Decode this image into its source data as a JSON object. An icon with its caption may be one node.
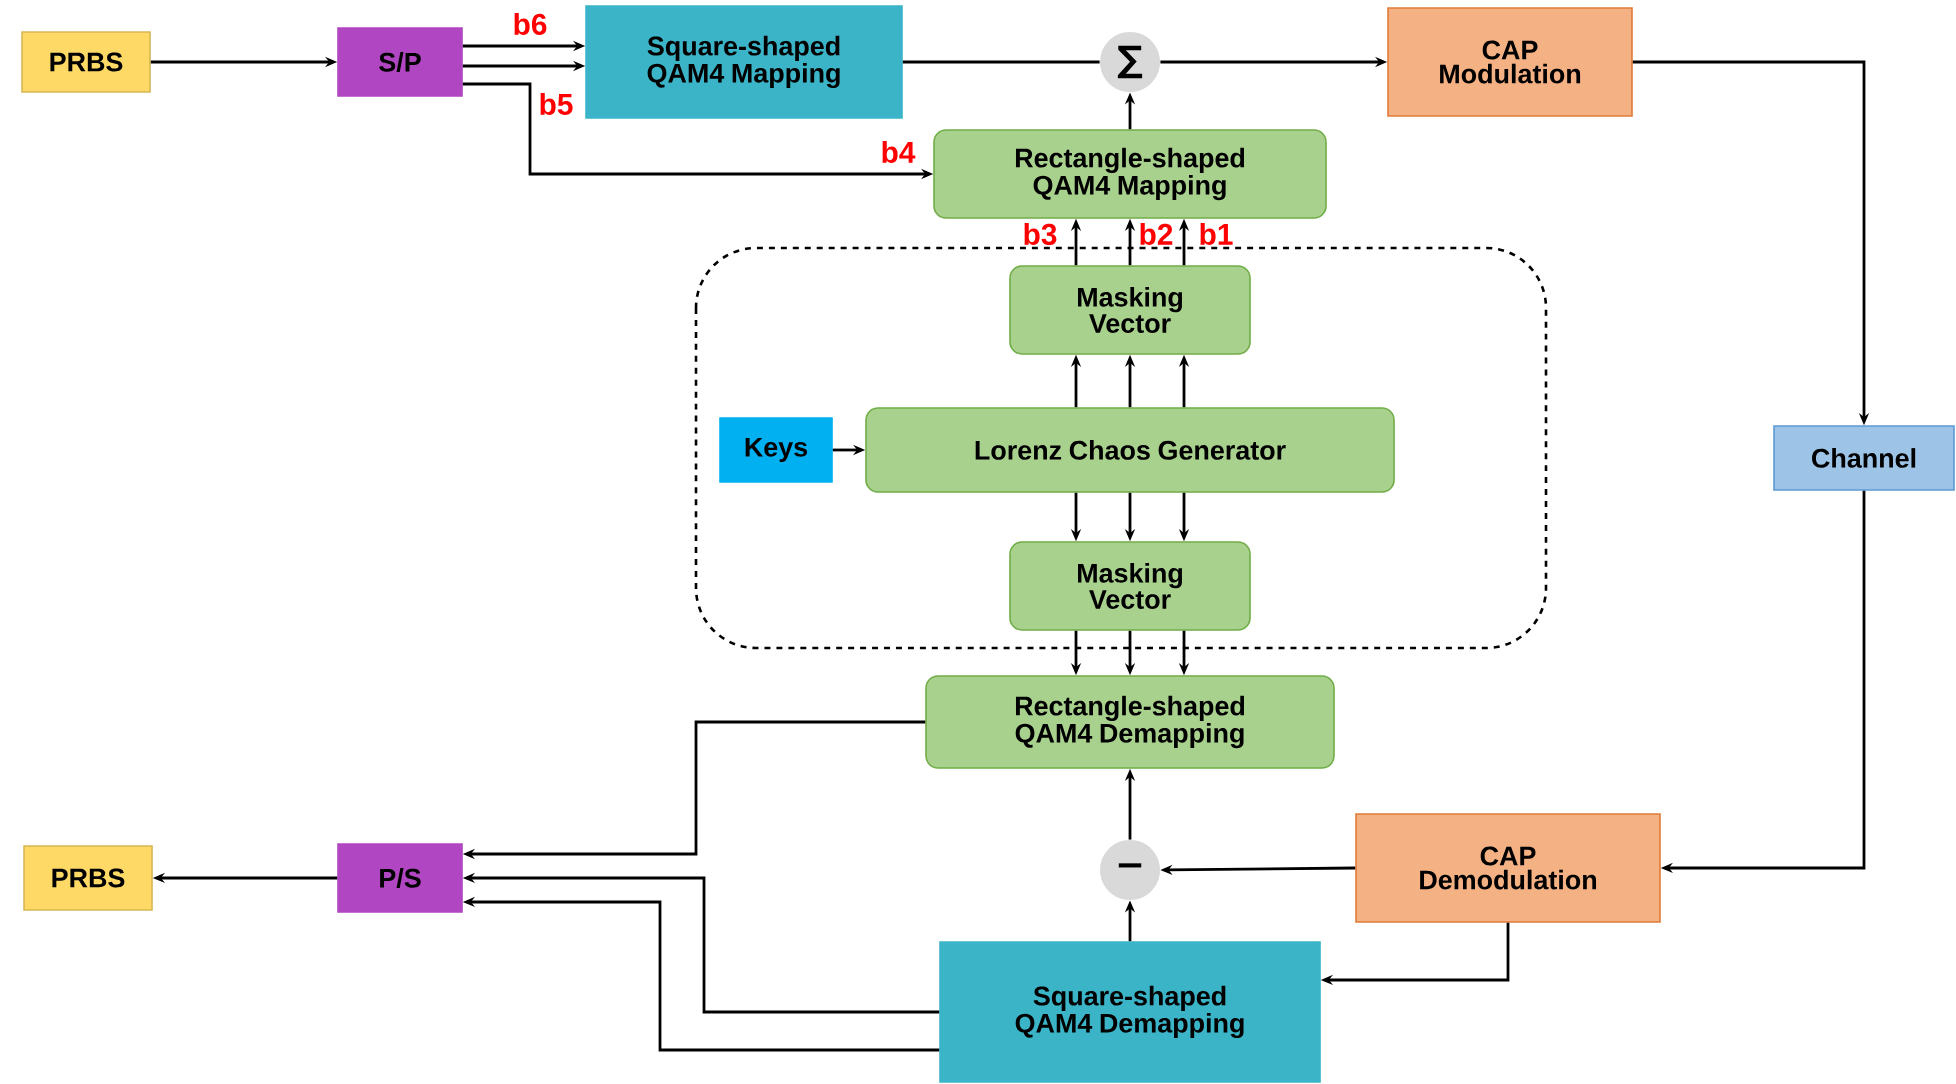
{
  "diagram": {
    "nodes": [
      {
        "text": [
          "PRBS"
        ]
      },
      {
        "text": [
          "S/P"
        ]
      },
      {
        "text": [
          "Square-shaped QAM4 Mapping"
        ]
      },
      {
        "text": [
          "∑"
        ]
      },
      {
        "text": [
          "CAP Modulation"
        ]
      },
      {
        "text": [
          "Rectangle-shaped QAM4 Mapping"
        ]
      },
      {
        "text": [
          "Masking Vector"
        ]
      },
      {
        "text": [
          "Keys"
        ]
      },
      {
        "text": [
          "Lorenz Chaos Generator"
        ]
      },
      {
        "text": [
          "Masking Vector"
        ]
      },
      {
        "text": [
          "Rectangle-shaped QAM4 Demapping"
        ]
      },
      {
        "text": [
          "−"
        ]
      },
      {
        "text": [
          "CAP Demodulation"
        ]
      },
      {
        "text": [
          "Square-shaped QAM4 Demapping"
        ]
      },
      {
        "text": [
          "Channel"
        ]
      },
      {
        "text": [
          "P/S"
        ]
      },
      {
        "text": [
          "PRBS"
        ]
      }
    ],
    "edges": [
      {
        "from": 0,
        "to": 1,
        "arrow": "to"
      },
      {
        "from": 1,
        "to": 2,
        "arrow": "to"
      },
      {
        "from": 1,
        "to": 2,
        "arrow": "to"
      },
      {
        "from": 1,
        "to": 5,
        "arrow": "to"
      },
      {
        "from": 2,
        "to": 3,
        "arrow": "none"
      },
      {
        "from": 5,
        "to": 3,
        "arrow": "to"
      },
      {
        "from": 3,
        "to": 4,
        "arrow": "to"
      },
      {
        "from": 4,
        "to": 14,
        "arrow": "to"
      },
      {
        "from": 6,
        "to": 5,
        "arrow": "to"
      },
      {
        "from": 6,
        "to": 5,
        "arrow": "to"
      },
      {
        "from": 6,
        "to": 5,
        "arrow": "to"
      },
      {
        "from": 8,
        "to": 6,
        "arrow": "to"
      },
      {
        "from": 8,
        "to": 6,
        "arrow": "to"
      },
      {
        "from": 8,
        "to": 6,
        "arrow": "to"
      },
      {
        "from": 7,
        "to": 8,
        "arrow": "to"
      },
      {
        "from": 8,
        "to": 9,
        "arrow": "to"
      },
      {
        "from": 8,
        "to": 9,
        "arrow": "to"
      },
      {
        "from": 8,
        "to": 9,
        "arrow": "to"
      },
      {
        "from": 9,
        "to": 10,
        "arrow": "to"
      },
      {
        "from": 9,
        "to": 10,
        "arrow": "to"
      },
      {
        "from": 9,
        "to": 10,
        "arrow": "to"
      },
      {
        "from": 14,
        "to": 12,
        "arrow": "to"
      },
      {
        "from": 12,
        "to": 11,
        "arrow": "to"
      },
      {
        "from": 12,
        "to": 13,
        "arrow": "to"
      },
      {
        "from": 13,
        "to": 11,
        "arrow": "to"
      },
      {
        "from": 11,
        "to": 10,
        "arrow": "to"
      },
      {
        "from": 10,
        "to": 15,
        "arrow": "to"
      },
      {
        "from": 13,
        "to": 15,
        "arrow": "to"
      },
      {
        "from": 13,
        "to": 15,
        "arrow": "to"
      },
      {
        "from": 15,
        "to": 16,
        "arrow": "to"
      }
    ],
    "labels": [
      "b6",
      "b5",
      "b4",
      "b3",
      "b2",
      "b1"
    ]
  }
}
